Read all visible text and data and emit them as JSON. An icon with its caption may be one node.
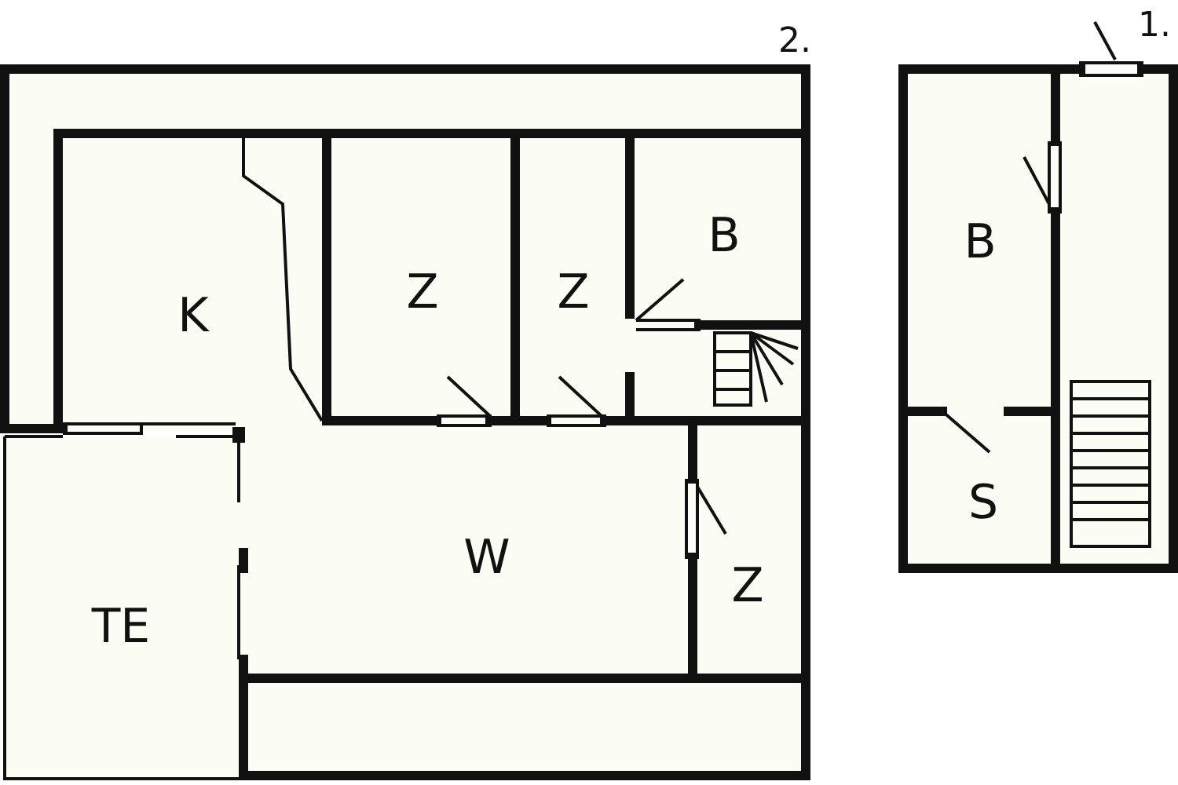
{
  "diagram": {
    "labels": [
      "2.",
      "K",
      "Z",
      "Z",
      "B",
      "W",
      "Z",
      "TE",
      "1.",
      "B",
      "S"
    ]
  }
}
